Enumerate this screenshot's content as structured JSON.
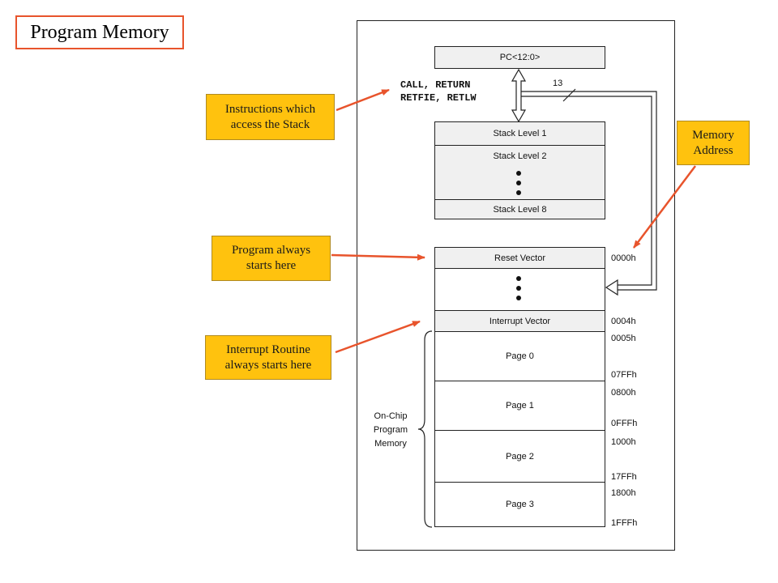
{
  "title": "Program Memory",
  "callouts": {
    "stack_instr": "Instructions which\naccess the Stack",
    "memory_address": "Memory\nAddress",
    "program_start": "Program always\nstarts here",
    "interrupt": "Interrupt Routine\nalways starts here"
  },
  "diagram": {
    "pc_register": "PC<12:0>",
    "instructions_line1": "CALL, RETURN",
    "instructions_line2": "RETFIE, RETLW",
    "bus_width": "13",
    "stack": {
      "level1": "Stack Level 1",
      "level2": "Stack Level 2",
      "level8": "Stack Level 8"
    },
    "memory": {
      "reset_vector": "Reset Vector",
      "interrupt_vector": "Interrupt Vector",
      "pages": [
        "Page 0",
        "Page 1",
        "Page 2",
        "Page 3"
      ],
      "on_chip_label": "On-Chip\nProgram\nMemory"
    },
    "addresses": [
      "0000h",
      "0004h",
      "0005h",
      "07FFh",
      "0800h",
      "0FFFh",
      "1000h",
      "17FFh",
      "1800h",
      "1FFFh"
    ]
  },
  "colors": {
    "accent_arrow": "#e8542c",
    "callout_fill": "#ffc20e"
  }
}
